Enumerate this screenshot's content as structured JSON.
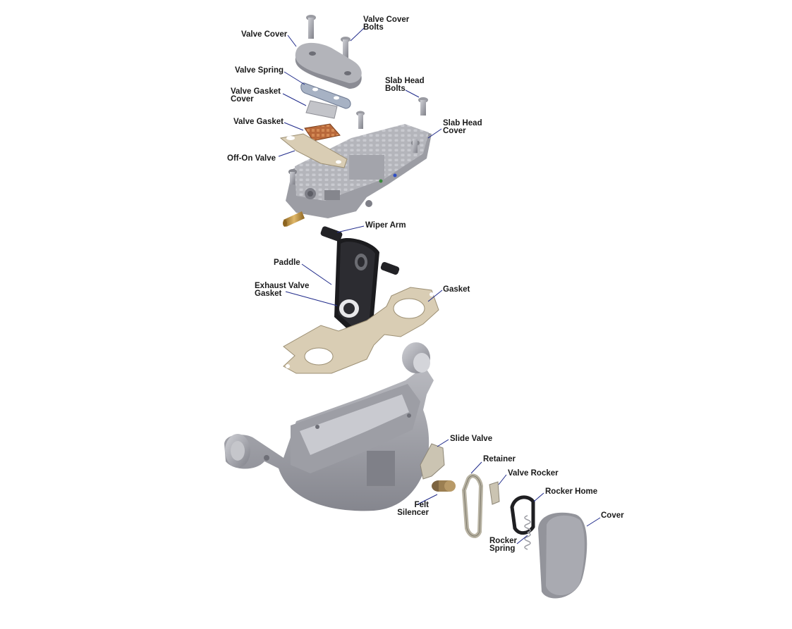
{
  "diagram": {
    "colors": {
      "background": "#ffffff",
      "metal": "#a9aab1",
      "metal_dark": "#8a8b93",
      "metal_light": "#c8c9cf",
      "gasket": "#d9cdb4",
      "gasket_edge": "#9c8f73",
      "brass": "#c49a45",
      "copper": "#b8683a",
      "paddle": "#1b1b1e",
      "leader": "#1f2a8a",
      "label": "#1a1a1a"
    },
    "labels": {
      "valve_cover_bolts": [
        "Valve Cover",
        "Bolts"
      ],
      "valve_cover": "Valve Cover",
      "valve_spring": "Valve Spring",
      "slab_head_bolts": [
        "Slab Head",
        "Bolts"
      ],
      "valve_gasket_cover": [
        "Valve Gasket",
        "Cover"
      ],
      "valve_gasket": "Valve Gasket",
      "slab_head_cover": [
        "Slab Head",
        "Cover"
      ],
      "off_on_valve": "Off-On Valve",
      "wiper_arm": "Wiper Arm",
      "paddle": "Paddle",
      "exhaust_valve_gasket": [
        "Exhaust Valve",
        "Gasket"
      ],
      "gasket": "Gasket",
      "slide_valve": "Slide Valve",
      "retainer": "Retainer",
      "valve_rocker": "Valve Rocker",
      "rocker_home": "Rocker Home",
      "felt_silencer": [
        "Felt",
        "Silencer"
      ],
      "cover": "Cover",
      "rocker_spring": [
        "Rocker",
        "Spring"
      ]
    }
  }
}
